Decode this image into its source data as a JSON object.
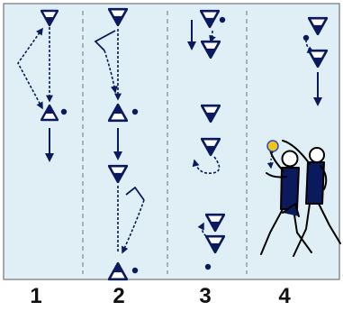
{
  "colors": {
    "panel_fill": "#dfeff5",
    "panel_border": "#8a8f93",
    "marker": "#0a1a5c",
    "lane_divider": "#8a8f93",
    "ball_yellow": "#f2c419",
    "ball_blue": "#2a4cc0",
    "label_text": "#111111"
  },
  "lanes": [
    {
      "label": "1"
    },
    {
      "label": "2"
    },
    {
      "label": "3"
    },
    {
      "label": "4"
    }
  ],
  "icons": {
    "defender": "down-triangle-icon",
    "attacker": "up-triangle-icon",
    "ball": "ball-dot-icon",
    "player_figure": "handball-player-icon"
  }
}
